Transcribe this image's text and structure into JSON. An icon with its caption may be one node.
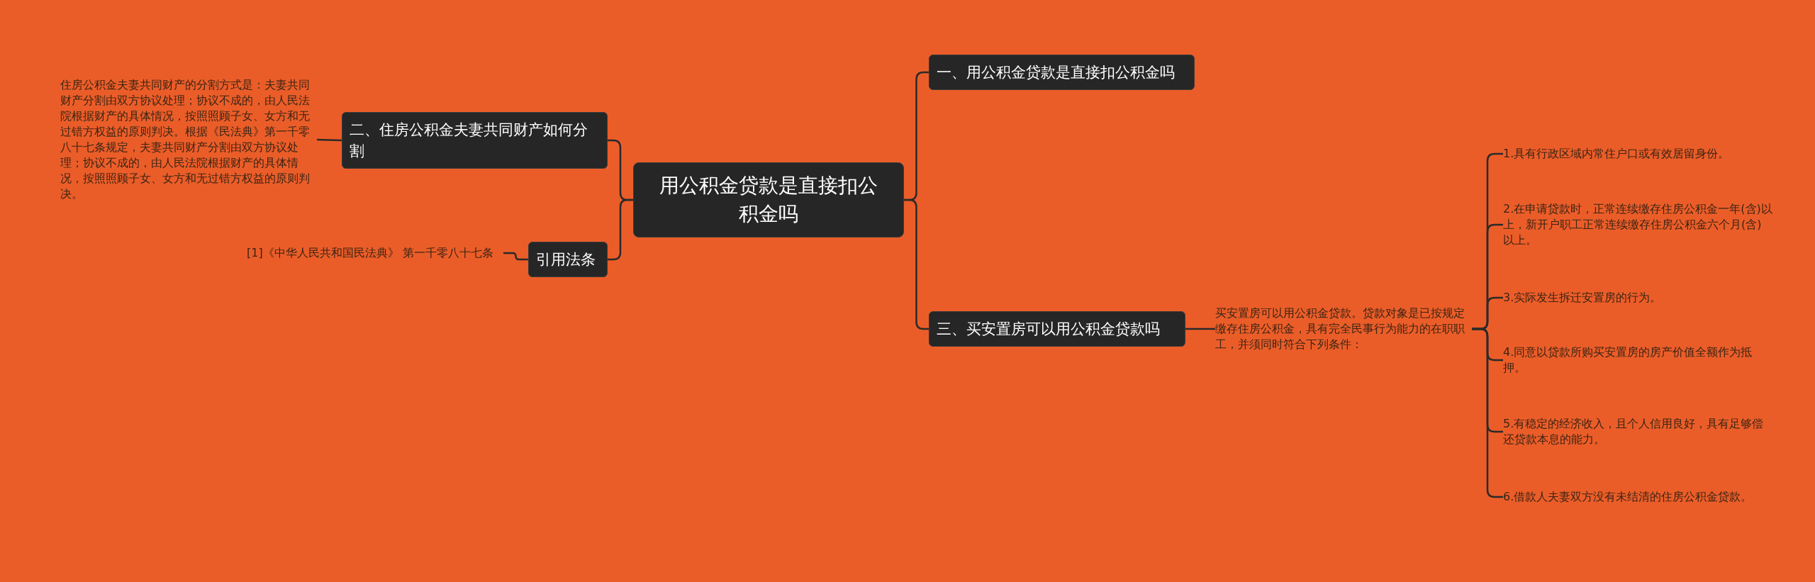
{
  "diagram": {
    "nodes": [
      {
        "text": [
          "用公积金贷款是直接扣公积金吗"
        ]
      },
      {
        "text": [
          "二、住房公积金夫妻共同财产如何分割"
        ]
      },
      {
        "text": [
          "住房公积金夫妻共同财产的分割方式是：夫妻共同财产分割由双方协议处理；协议不成的，由人民法院根据财产的具体情况，按照照顾子女、女方和无过错方权益的原则判决。根据《民法典》第一千零八十七条规定，夫妻共同财产分割由双方协议处理；协议不成的，由人民法院根据财产的具体情况，按照照顾子女、女方和无过错方权益的原则判决。"
        ]
      },
      {
        "text": [
          "引用法条"
        ]
      },
      {
        "text": [
          "[1]《中华人民共和国民法典》 第一千零八十七条"
        ]
      },
      {
        "text": [
          "一、用公积金贷款是直接扣公积金吗"
        ]
      },
      {
        "text": [
          "三、买安置房可以用公积金贷款吗"
        ]
      },
      {
        "text": [
          "买安置房可以用公积金贷款。贷款对象是已按规定缴存住房公积金，具有完全民事行为能力的在职职工，并须同时符合下列条件："
        ]
      },
      {
        "text": [
          "1.具有行政区域内常住户口或有效居留身份。"
        ]
      },
      {
        "text": [
          "2.在申请贷款时，正常连续缴存住房公积金一年(含)以上，新开户职工正常连续缴存住房公积金六个月(含)以上。"
        ]
      },
      {
        "text": [
          "3.实际发生拆迁安置房的行为。"
        ]
      },
      {
        "text": [
          "4.同意以贷款所购买安置房的房产价值全额作为抵押。"
        ]
      },
      {
        "text": [
          "5.有稳定的经济收入，且个人信用良好，具有足够偿还贷款本息的能力。"
        ]
      },
      {
        "text": [
          "6.借款人夫妻双方没有未结清的住房公积金贷款。"
        ]
      }
    ],
    "edges": [
      {
        "from": 0,
        "to": 1,
        "arrow": "none"
      },
      {
        "from": 1,
        "to": 2,
        "arrow": "none"
      },
      {
        "from": 0,
        "to": 3,
        "arrow": "none"
      },
      {
        "from": 3,
        "to": 4,
        "arrow": "none"
      },
      {
        "from": 0,
        "to": 5,
        "arrow": "none"
      },
      {
        "from": 0,
        "to": 6,
        "arrow": "none"
      },
      {
        "from": 6,
        "to": 7,
        "arrow": "none"
      },
      {
        "from": 7,
        "to": 8,
        "arrow": "none"
      },
      {
        "from": 7,
        "to": 9,
        "arrow": "none"
      },
      {
        "from": 7,
        "to": 10,
        "arrow": "none"
      },
      {
        "from": 7,
        "to": 11,
        "arrow": "none"
      },
      {
        "from": 7,
        "to": 12,
        "arrow": "none"
      },
      {
        "from": 7,
        "to": 13,
        "arrow": "none"
      }
    ]
  }
}
